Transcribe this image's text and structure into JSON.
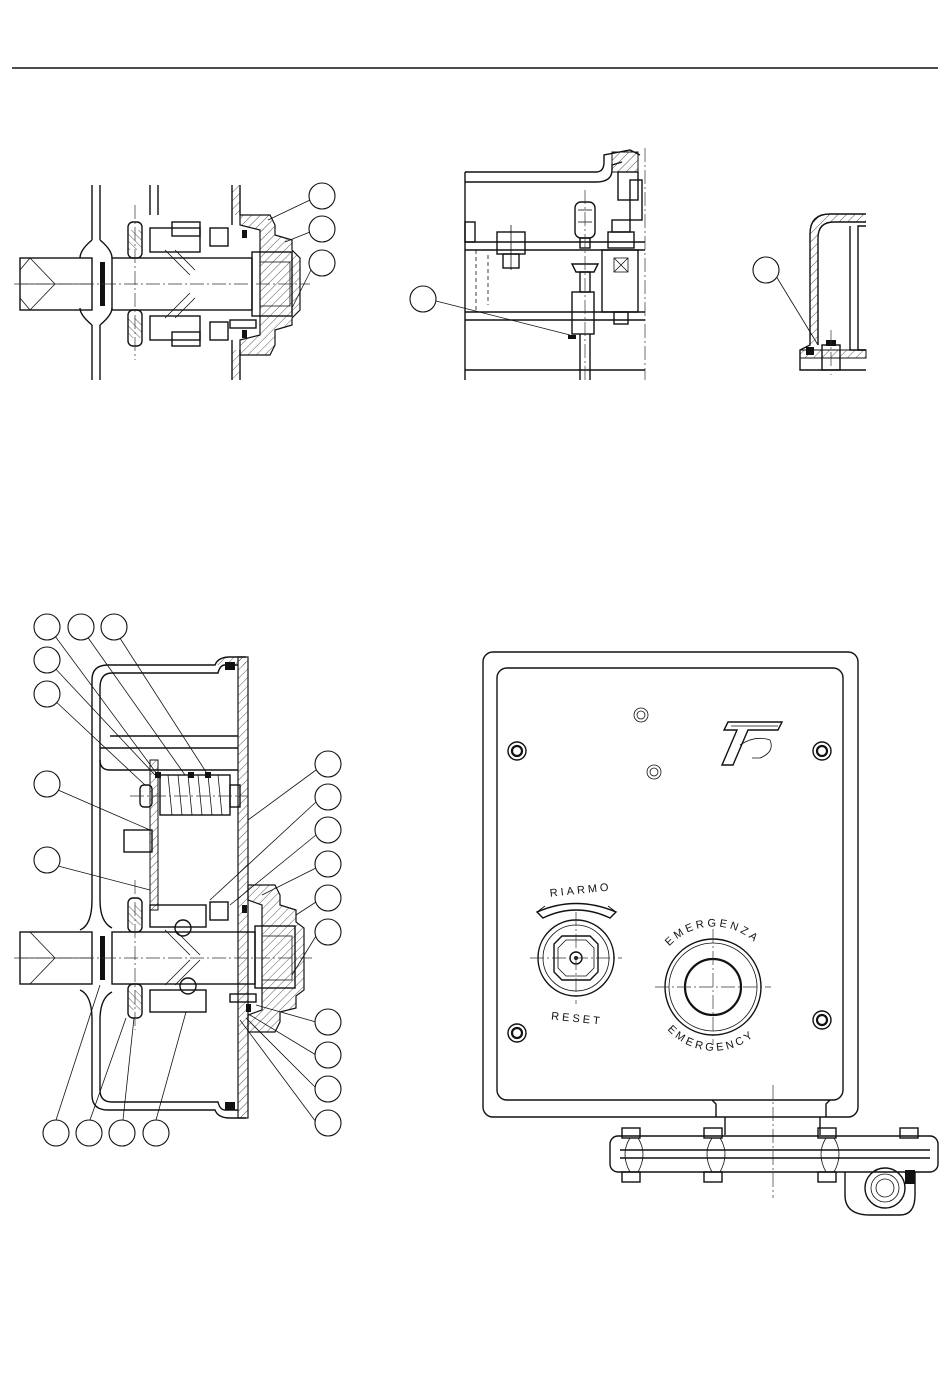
{
  "panel": {
    "reset_label_it": "RIARMO",
    "reset_label_en": "RESET",
    "emergency_label_it": "EMERGENZA",
    "emergency_label_en": "EMERGENCY"
  },
  "colors": {
    "line": "#111111",
    "background": "#ffffff"
  }
}
